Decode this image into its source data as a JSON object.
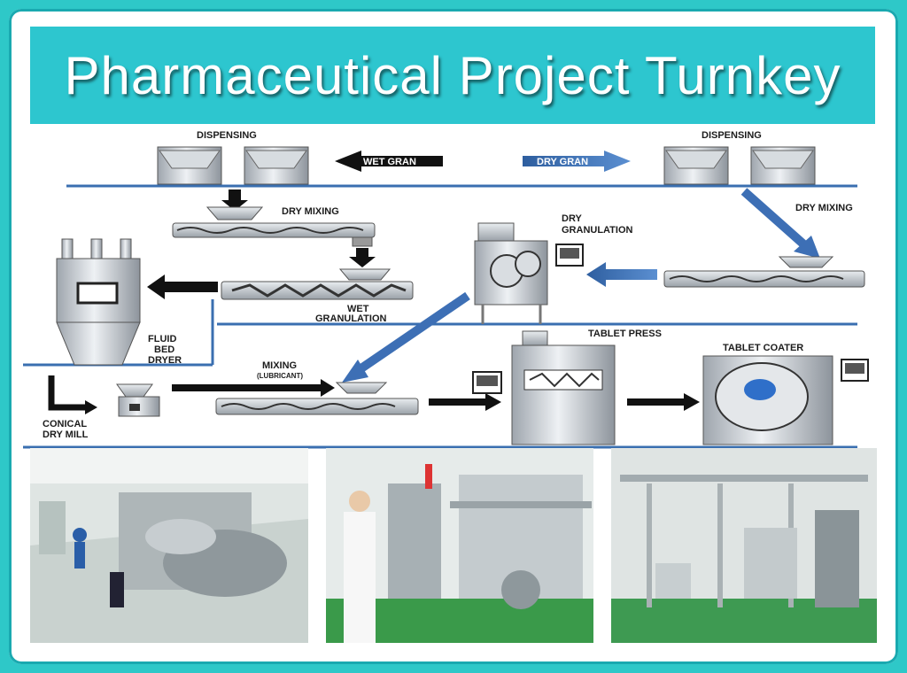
{
  "title": "Pharmaceutical Project Turnkey",
  "diagram": {
    "labels": {
      "dispensing_left": "DISPENSING",
      "dispensing_right": "DISPENSING",
      "wet_gran": "WET GRAN",
      "dry_gran": "DRY GRAN",
      "dry_mixing_left": "DRY MIXING",
      "dry_mixing_right": "DRY MIXING",
      "dry_granulation_1": "DRY",
      "dry_granulation_2": "GRANULATION",
      "wet_granulation_1": "WET",
      "wet_granulation_2": "GRANULATION",
      "fluid_bed_dryer_1": "FLUID",
      "fluid_bed_dryer_2": "BED",
      "fluid_bed_dryer_3": "DRYER",
      "tablet_press": "TABLET PRESS",
      "tablet_coater": "TABLET COATER",
      "mixing": "MIXING",
      "lubricant": "(LUBRICANT)",
      "conical_dry_mill_1": "CONICAL",
      "conical_dry_mill_2": "DRY MILL"
    }
  },
  "photos": [
    {
      "name": "cleanroom-production-hall"
    },
    {
      "name": "operator-control-panel"
    },
    {
      "name": "process-piping-skid"
    }
  ],
  "colors": {
    "frame": "#2ec8c8",
    "banner": "#2dc6cf",
    "line_blue": "#3a6fb0",
    "arrow_blue": "#3d6fb5",
    "arrow_black": "#111111"
  }
}
